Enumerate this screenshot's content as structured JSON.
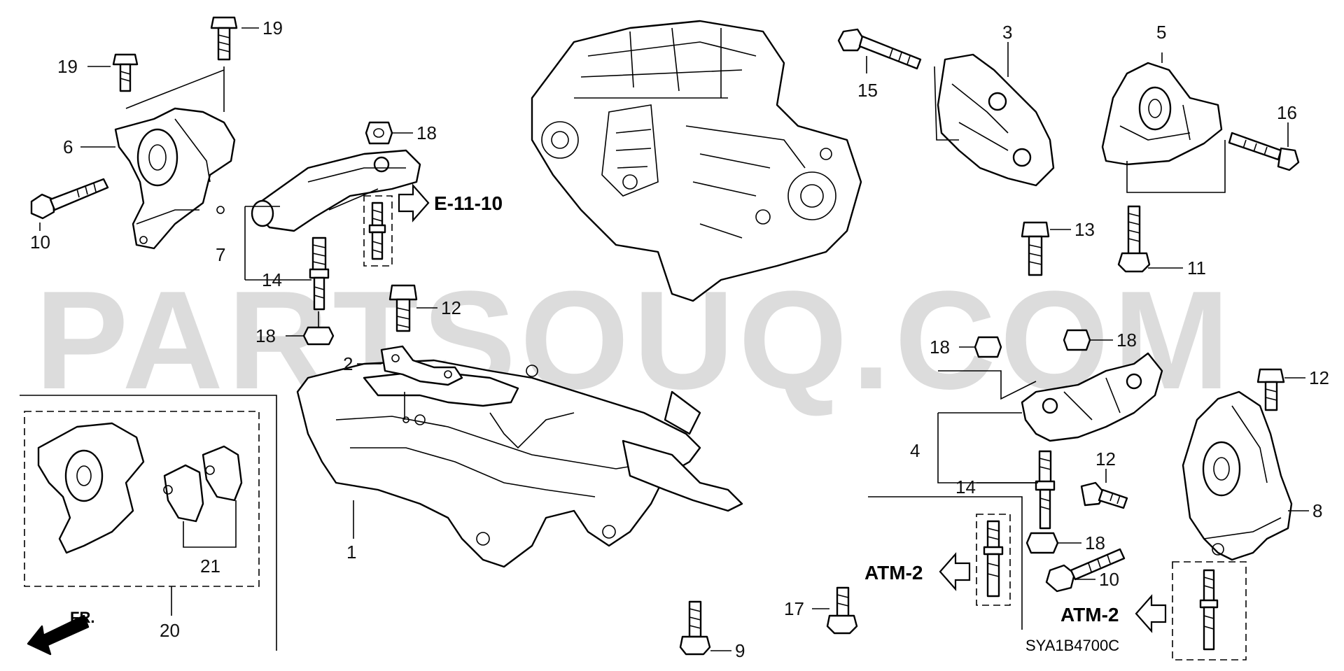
{
  "watermark": "PARTSOUQ.COM",
  "diagram_code": "SYA1B4700C",
  "front_marker": "FR.",
  "references": {
    "e11": "E-11-10",
    "atm_a": "ATM-2",
    "atm_b": "ATM-2"
  },
  "callouts": {
    "c19a": "19",
    "c19b": "19",
    "c6": "6",
    "c10a": "10",
    "c18a": "18",
    "c7": "7",
    "c14a": "14",
    "c18b": "18",
    "c12a": "12",
    "c2": "2",
    "c1": "1",
    "c20": "20",
    "c21": "21",
    "c9": "9",
    "c17": "17",
    "c15": "15",
    "c3": "3",
    "c5": "5",
    "c16": "16",
    "c11": "11",
    "c13": "13",
    "c18c": "18",
    "c18d": "18",
    "c4": "4",
    "c14b": "14",
    "c12b": "12",
    "c12c": "12",
    "c8": "8",
    "c18e": "18",
    "c10b": "10"
  }
}
